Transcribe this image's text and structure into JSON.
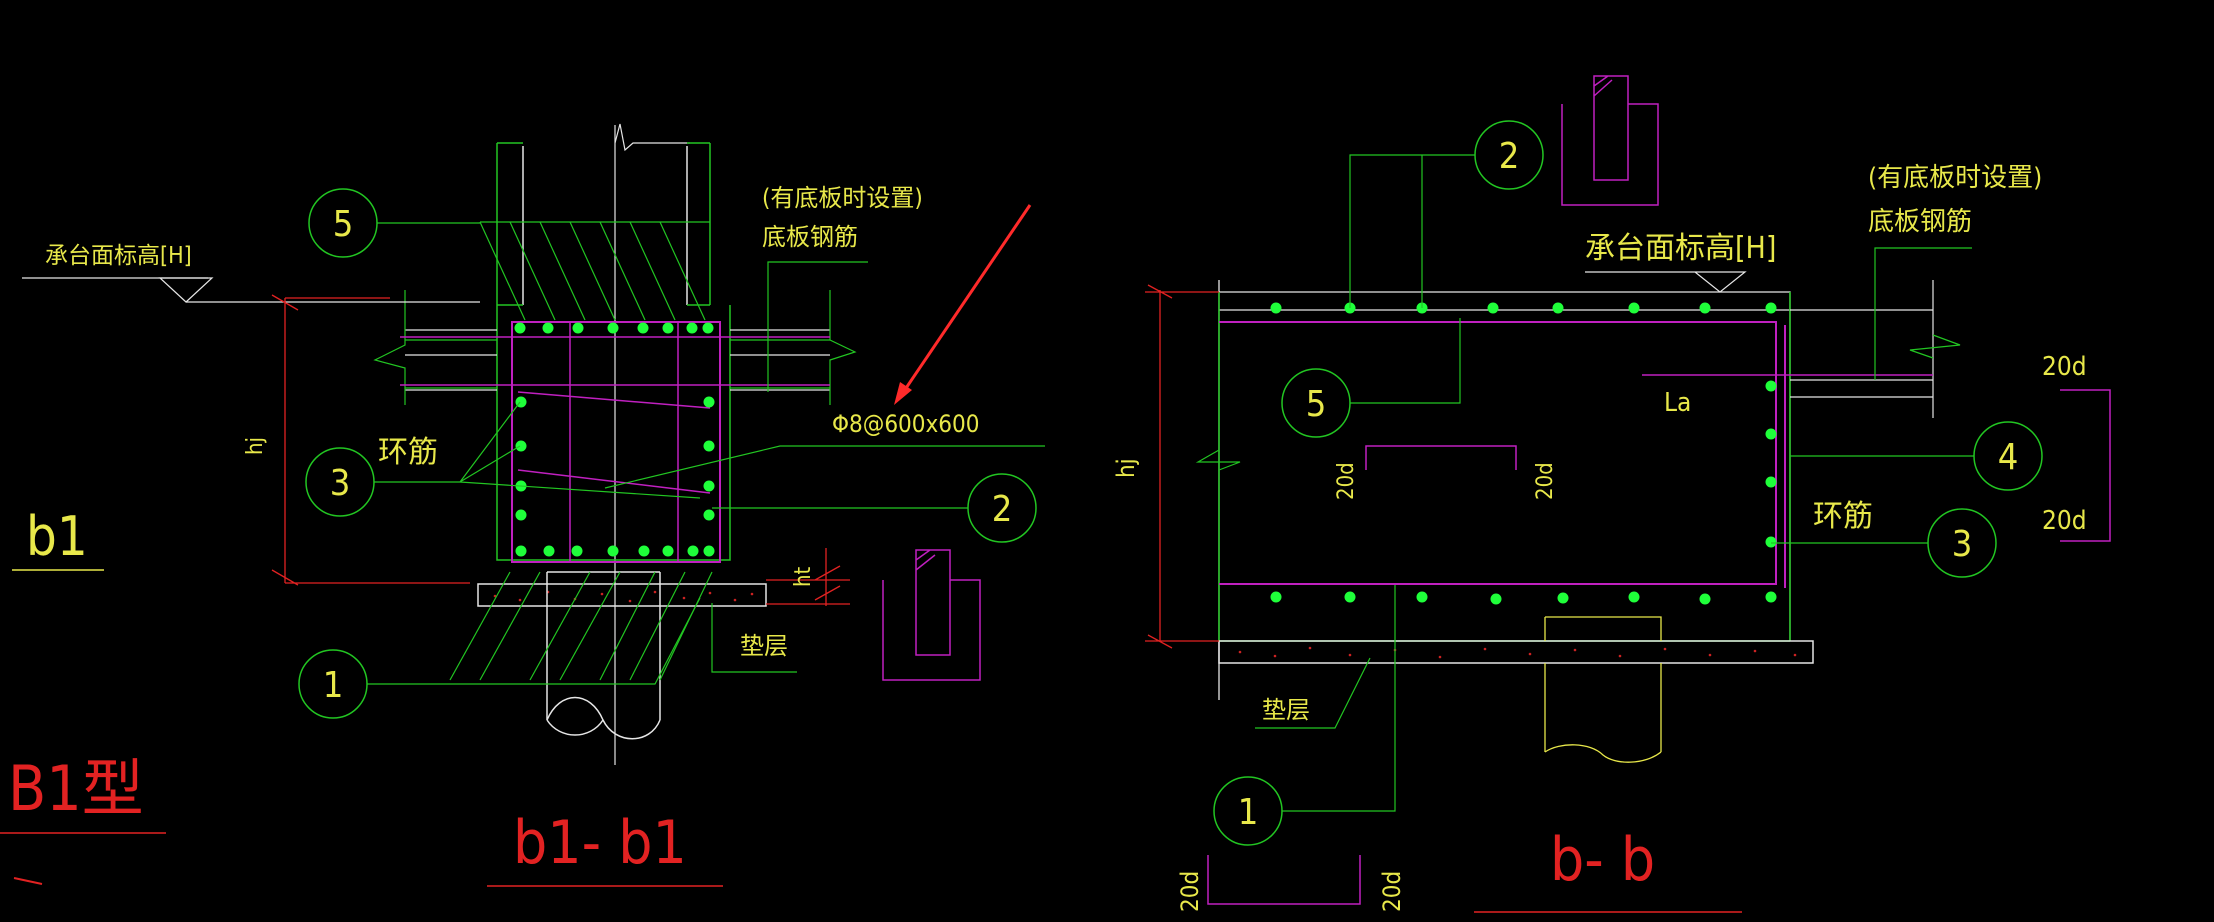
{
  "colors": {
    "background": "#000000",
    "green": "#22c522",
    "yellow": "#e8e84a",
    "red": "#e22222",
    "magenta": "#c020c0",
    "white": "#e6e6e6",
    "rebar": "#1fff3a",
    "arrow": "#ff2a2a"
  },
  "left_section": {
    "title": "b1- b1",
    "markers": {
      "m5": "5",
      "m3": "3",
      "m1": "1",
      "m2": "2"
    },
    "elev_label": "承台面标高[H]",
    "note_setting": "(有底板时设置)",
    "note_bottom_rebar": "底板钢筋",
    "tie_label": "环筋",
    "spec": "Φ8@600x600",
    "hj_label": "hj",
    "ht_label": "ht",
    "cushion_label": "垫层"
  },
  "right_section": {
    "title": "b- b",
    "markers": {
      "m2": "2",
      "m5": "5",
      "m4": "4",
      "m3": "3",
      "m1": "1"
    },
    "elev_label": "承台面标高[H]",
    "note_setting": "(有底板时设置)",
    "note_bottom_rebar": "底板钢筋",
    "la_label": "La",
    "tie_label": "环筋",
    "hj_label": "hj",
    "dim_20d": "20d",
    "cushion_label": "垫层"
  },
  "side_labels": {
    "b1": "b1",
    "type": "B1型"
  }
}
